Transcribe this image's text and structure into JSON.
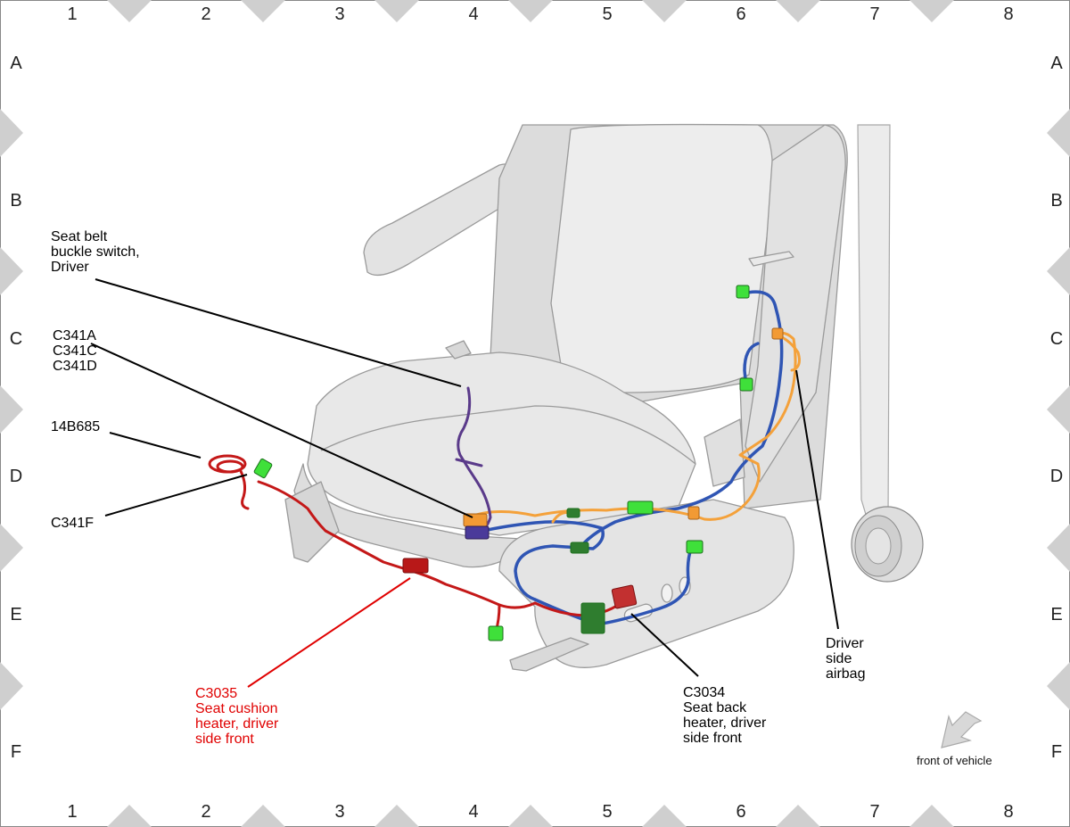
{
  "grid": {
    "columns": [
      "1",
      "2",
      "3",
      "4",
      "5",
      "6",
      "7",
      "8"
    ],
    "rows": [
      "A",
      "B",
      "C",
      "D",
      "E",
      "F"
    ]
  },
  "callouts": {
    "seat_belt_buckle": [
      "Seat belt",
      "buckle switch,",
      "Driver"
    ],
    "c341": [
      "C341A",
      "C341C",
      "C341D"
    ],
    "c14b685": [
      "14B685"
    ],
    "c341f": [
      "C341F"
    ],
    "c3035": [
      "C3035",
      "Seat cushion",
      "heater, driver",
      "side front"
    ],
    "c3034": [
      "C3034",
      "Seat back",
      "heater, driver",
      "side front"
    ],
    "driver_airbag": [
      "Driver",
      "side",
      "airbag"
    ]
  },
  "orientation": {
    "label": "front of vehicle"
  },
  "colors": {
    "c3035_label": "#e00000",
    "harness_red": "#c41818",
    "harness_blue": "#2f55b4",
    "harness_orange": "#f4a13a",
    "harness_purple": "#5a3a8a",
    "connector_green": "#3fe03a",
    "connector_dark_green": "#2f7d2f",
    "seat_fill": "#e6e6e6",
    "seat_outline": "#9a9a9a"
  }
}
